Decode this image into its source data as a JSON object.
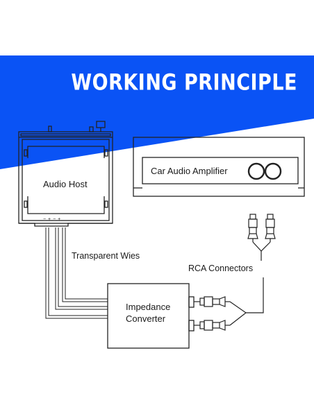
{
  "header": {
    "title": "WORKING PRINCIPLE",
    "accent_color": "#0a53f5"
  },
  "components": {
    "audio_host": "Audio Host",
    "amplifier": "Car Audio Amplifier",
    "converter_line1": "Impedance",
    "converter_line2": "Converter",
    "host_terminals": "− + − +"
  },
  "labels": {
    "wires": "Transparent Wies",
    "rca": "RCA Connectors"
  }
}
